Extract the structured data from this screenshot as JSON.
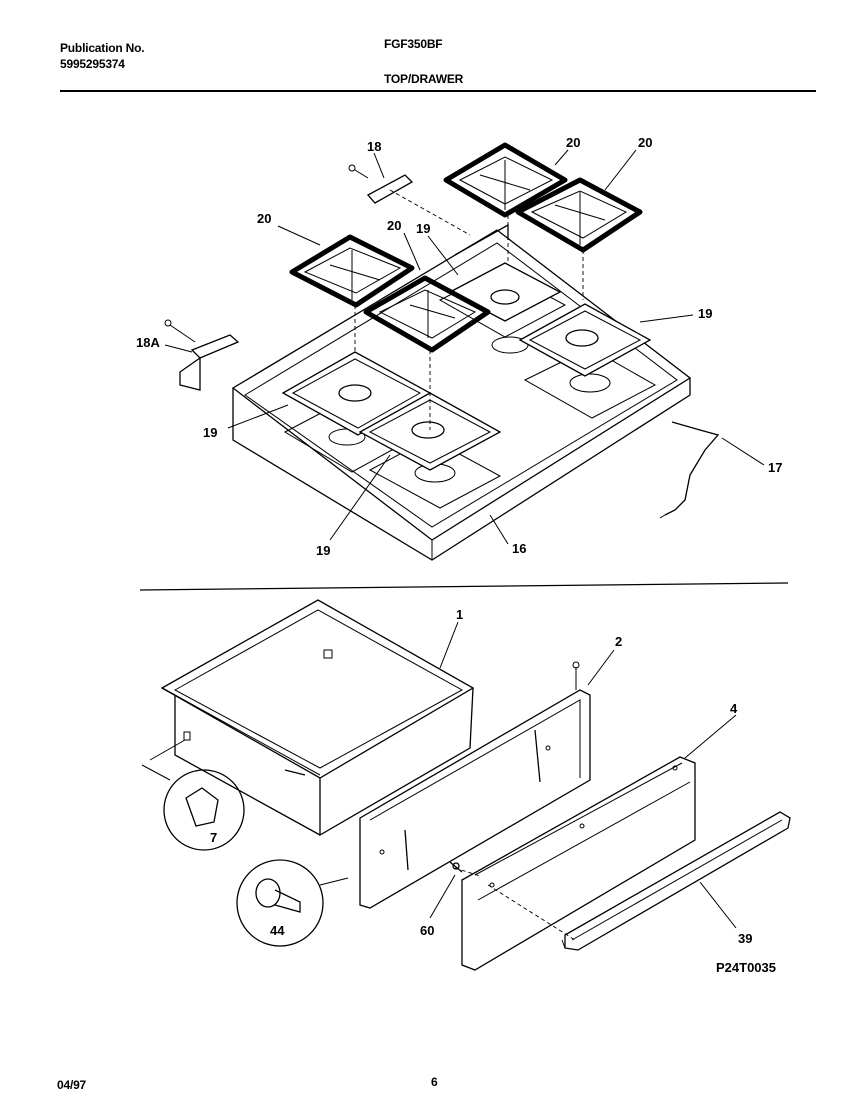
{
  "header": {
    "publication_label": "Publication No.",
    "publication_number": "5995295374",
    "model": "FGF350BF",
    "section_title": "TOP/DRAWER"
  },
  "footer": {
    "date": "04/97",
    "page": "6"
  },
  "drawing_code": "P24T0035",
  "callouts": {
    "c18": "18",
    "c18a": "18A",
    "c20a": "20",
    "c20b": "20",
    "c20c": "20",
    "c20d": "20",
    "c19a": "19",
    "c19b": "19",
    "c19c": "19",
    "c19d": "19",
    "c17": "17",
    "c16": "16",
    "c1": "1",
    "c2": "2",
    "c4": "4",
    "c7": "7",
    "c44": "44",
    "c60": "60",
    "c39": "39"
  }
}
